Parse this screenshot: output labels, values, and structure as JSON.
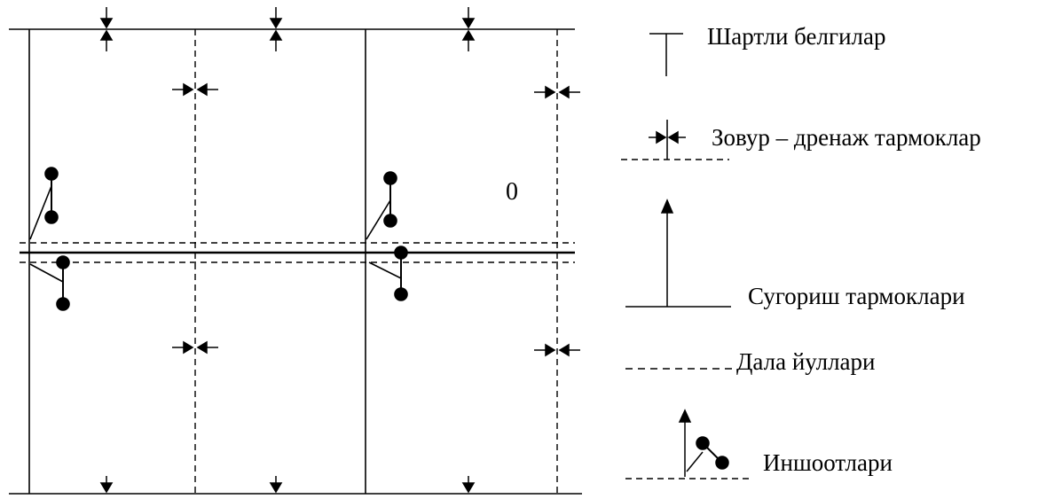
{
  "plot_label": "0",
  "legend": {
    "title": "Шартли белгилар",
    "drainage": "Зовур – дренаж тармоклар",
    "irrigation": "Сугориш тармоклари",
    "roads": "Дала йуллари",
    "structures": "Иншоотлари"
  },
  "colors": {
    "ink": "#000000",
    "background": "#ffffff"
  }
}
